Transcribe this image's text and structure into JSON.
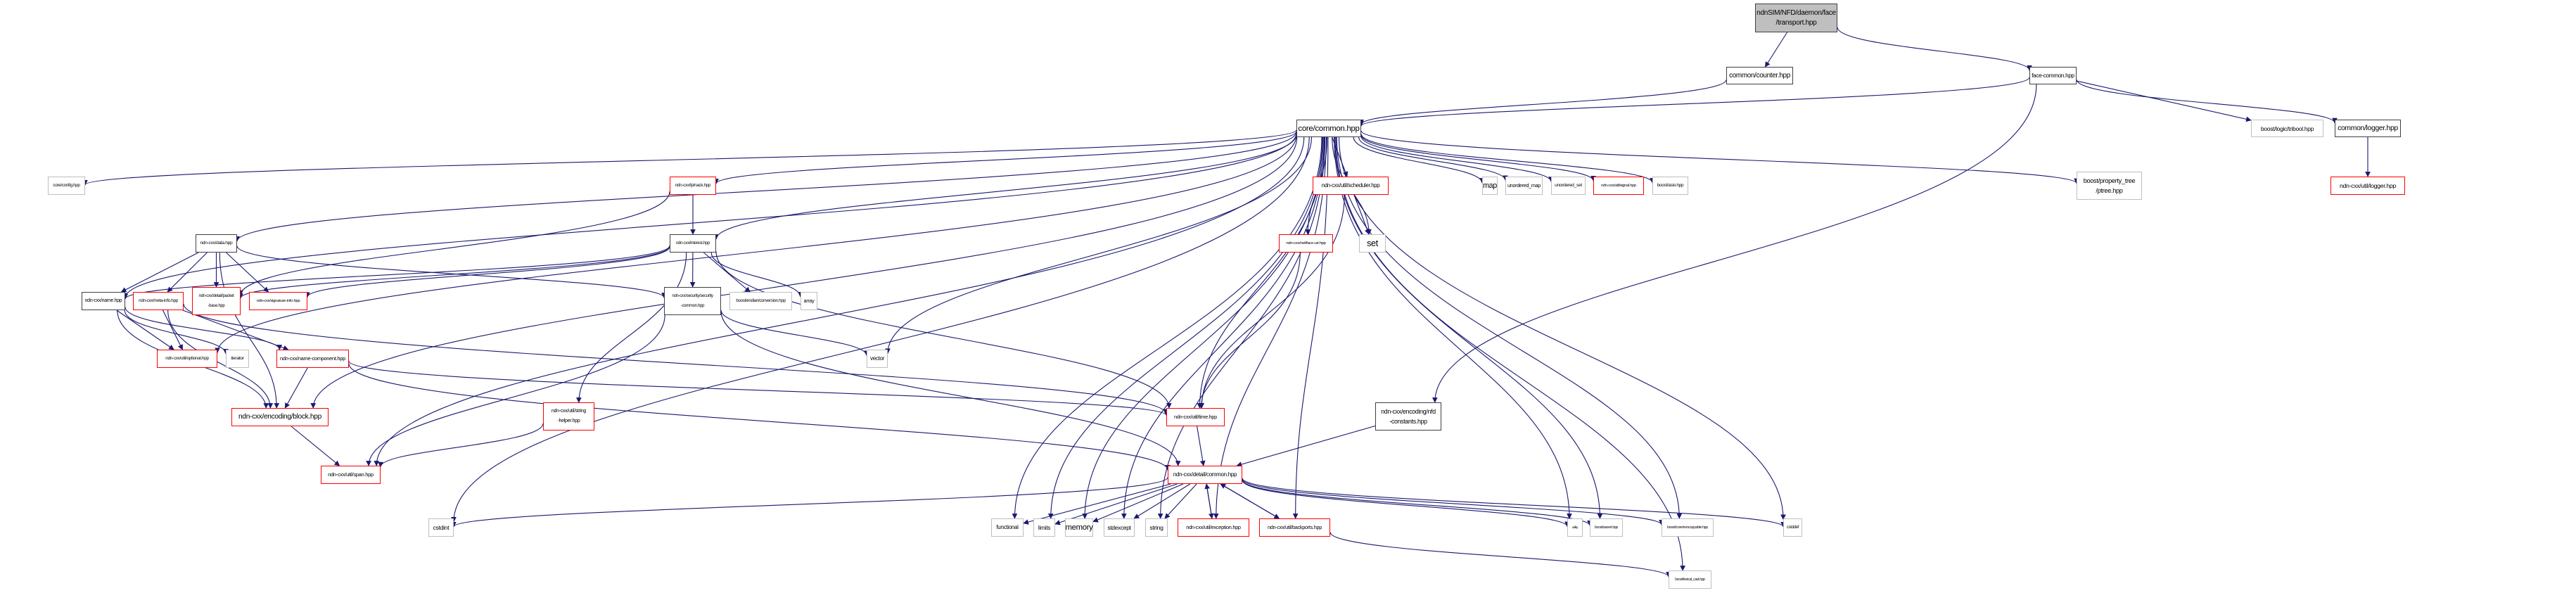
{
  "graph": {
    "title": "ndnSIM/NFD/daemon/face/transport.hpp",
    "colors": {
      "edge": "#191970",
      "root_fill": "#bfbfbf",
      "documented_border": "#404040",
      "undocumented_border": "#ff0000",
      "external_border": "#bfbfbf"
    },
    "nodes": [
      {
        "id": "transport",
        "label": "ndnSIM/NFD/daemon/face\n/transport.hpp",
        "kind": "root"
      },
      {
        "id": "counter",
        "label": "common/counter.hpp",
        "kind": "doc"
      },
      {
        "id": "face_common",
        "label": "face-common.hpp",
        "kind": "doc"
      },
      {
        "id": "core_common",
        "label": "core/common.hpp",
        "kind": "doc"
      },
      {
        "id": "tribool",
        "label": "boost/logic/tribool.hpp",
        "kind": "ext"
      },
      {
        "id": "common_logger",
        "label": "common/logger.hpp",
        "kind": "doc"
      },
      {
        "id": "core_config",
        "label": "core/config.hpp",
        "kind": "ext"
      },
      {
        "id": "lp_nack",
        "label": "ndn-cxx/lp/nack.hpp",
        "kind": "undoc"
      },
      {
        "id": "scheduler",
        "label": "ndn-cxx/util/scheduler.hpp",
        "kind": "undoc"
      },
      {
        "id": "map",
        "label": "map",
        "kind": "ext"
      },
      {
        "id": "unordered_map",
        "label": "unordered_map",
        "kind": "ext"
      },
      {
        "id": "unordered_set",
        "label": "unordered_set",
        "kind": "ext"
      },
      {
        "id": "signal",
        "label": "ndn-cxx/util/signal.hpp",
        "kind": "undoc"
      },
      {
        "id": "asio",
        "label": "boost/asio.hpp",
        "kind": "ext"
      },
      {
        "id": "ptree",
        "label": "boost/property_tree\n/ptree.hpp",
        "kind": "ext"
      },
      {
        "id": "util_logger",
        "label": "ndn-cxx/util/logger.hpp",
        "kind": "undoc"
      },
      {
        "id": "data",
        "label": "ndn-cxx/data.hpp",
        "kind": "doc"
      },
      {
        "id": "interest",
        "label": "ndn-cxx/interest.hpp",
        "kind": "doc"
      },
      {
        "id": "face_uri",
        "label": "ndn-cxx/net/face-uri.hpp",
        "kind": "undoc"
      },
      {
        "id": "set",
        "label": "set",
        "kind": "ext"
      },
      {
        "id": "name",
        "label": "ndn-cxx/name.hpp",
        "kind": "doc"
      },
      {
        "id": "meta_info",
        "label": "ndn-cxx/meta-info.hpp",
        "kind": "undoc"
      },
      {
        "id": "packet_base",
        "label": "ndn-cxx/detail/packet\n-base.hpp",
        "kind": "undoc"
      },
      {
        "id": "signature_info",
        "label": "ndn-cxx/signature-info.hpp",
        "kind": "undoc"
      },
      {
        "id": "security_common",
        "label": "ndn-cxx/security/security\n-common.hpp",
        "kind": "doc"
      },
      {
        "id": "endian",
        "label": "boost/endian/conversion.hpp",
        "kind": "ext"
      },
      {
        "id": "array",
        "label": "array",
        "kind": "ext"
      },
      {
        "id": "optional",
        "label": "ndn-cxx/util/optional.hpp",
        "kind": "undoc"
      },
      {
        "id": "iterator",
        "label": "iterator",
        "kind": "ext"
      },
      {
        "id": "name_component",
        "label": "ndn-cxx/name-component.hpp",
        "kind": "undoc"
      },
      {
        "id": "vector",
        "label": "vector",
        "kind": "ext"
      },
      {
        "id": "block",
        "label": "ndn-cxx/encoding/block.hpp",
        "kind": "undoc"
      },
      {
        "id": "string_helper",
        "label": "ndn-cxx/util/string\n-helper.hpp",
        "kind": "undoc"
      },
      {
        "id": "time",
        "label": "ndn-cxx/util/time.hpp",
        "kind": "undoc"
      },
      {
        "id": "nfd_constants",
        "label": "ndn-cxx/encoding/nfd\n-constants.hpp",
        "kind": "doc"
      },
      {
        "id": "span",
        "label": "ndn-cxx/util/span.hpp",
        "kind": "undoc"
      },
      {
        "id": "detail_common",
        "label": "ndn-cxx/detail/common.hpp",
        "kind": "undoc"
      },
      {
        "id": "cstdint",
        "label": "cstdint",
        "kind": "ext"
      },
      {
        "id": "functional",
        "label": "functional",
        "kind": "ext"
      },
      {
        "id": "limits",
        "label": "limits",
        "kind": "ext"
      },
      {
        "id": "memory",
        "label": "memory",
        "kind": "ext"
      },
      {
        "id": "stdexcept",
        "label": "stdexcept",
        "kind": "ext"
      },
      {
        "id": "string",
        "label": "string",
        "kind": "ext"
      },
      {
        "id": "exception",
        "label": "ndn-cxx/util/exception.hpp",
        "kind": "undoc"
      },
      {
        "id": "backports",
        "label": "ndn-cxx/util/backports.hpp",
        "kind": "undoc"
      },
      {
        "id": "utility",
        "label": "utility",
        "kind": "ext"
      },
      {
        "id": "assert",
        "label": "boost/assert.hpp",
        "kind": "ext"
      },
      {
        "id": "noncopyable",
        "label": "boost/core/noncopyable.hpp",
        "kind": "ext"
      },
      {
        "id": "cstddef",
        "label": "cstddef",
        "kind": "ext"
      },
      {
        "id": "lexical_cast",
        "label": "boost/lexical_cast.hpp",
        "kind": "ext"
      }
    ],
    "edges": [
      [
        "transport",
        "counter"
      ],
      [
        "transport",
        "face_common"
      ],
      [
        "counter",
        "core_common"
      ],
      [
        "face_common",
        "core_common"
      ],
      [
        "face_common",
        "tribool"
      ],
      [
        "face_common",
        "common_logger"
      ],
      [
        "face_common",
        "nfd_constants"
      ],
      [
        "common_logger",
        "util_logger"
      ],
      [
        "core_common",
        "core_config"
      ],
      [
        "core_common",
        "lp_nack"
      ],
      [
        "core_common",
        "scheduler"
      ],
      [
        "core_common",
        "map"
      ],
      [
        "core_common",
        "unordered_map"
      ],
      [
        "core_common",
        "unordered_set"
      ],
      [
        "core_common",
        "signal"
      ],
      [
        "core_common",
        "asio"
      ],
      [
        "core_common",
        "ptree"
      ],
      [
        "core_common",
        "data"
      ],
      [
        "core_common",
        "interest"
      ],
      [
        "core_common",
        "face_uri"
      ],
      [
        "core_common",
        "set"
      ],
      [
        "core_common",
        "name"
      ],
      [
        "core_common",
        "optional"
      ],
      [
        "core_common",
        "block"
      ],
      [
        "core_common",
        "span"
      ],
      [
        "core_common",
        "cstdint"
      ],
      [
        "core_common",
        "vector"
      ],
      [
        "core_common",
        "time"
      ],
      [
        "core_common",
        "functional"
      ],
      [
        "core_common",
        "limits"
      ],
      [
        "core_common",
        "memory"
      ],
      [
        "core_common",
        "stdexcept"
      ],
      [
        "core_common",
        "string"
      ],
      [
        "core_common",
        "exception"
      ],
      [
        "core_common",
        "backports"
      ],
      [
        "core_common",
        "utility"
      ],
      [
        "core_common",
        "assert"
      ],
      [
        "core_common",
        "noncopyable"
      ],
      [
        "core_common",
        "cstddef"
      ],
      [
        "core_common",
        "lexical_cast"
      ],
      [
        "lp_nack",
        "interest"
      ],
      [
        "lp_nack",
        "packet_base"
      ],
      [
        "scheduler",
        "set"
      ],
      [
        "scheduler",
        "time"
      ],
      [
        "data",
        "name"
      ],
      [
        "data",
        "meta_info"
      ],
      [
        "data",
        "packet_base"
      ],
      [
        "data",
        "signature_info"
      ],
      [
        "data",
        "security_common"
      ],
      [
        "data",
        "block"
      ],
      [
        "interest",
        "name"
      ],
      [
        "interest",
        "packet_base"
      ],
      [
        "interest",
        "signature_info"
      ],
      [
        "interest",
        "security_common"
      ],
      [
        "interest",
        "endian"
      ],
      [
        "interest",
        "array"
      ],
      [
        "interest",
        "string_helper"
      ],
      [
        "interest",
        "time"
      ],
      [
        "face_uri",
        "time"
      ],
      [
        "name",
        "optional"
      ],
      [
        "name",
        "iterator"
      ],
      [
        "name",
        "name_component"
      ],
      [
        "name",
        "block"
      ],
      [
        "meta_info",
        "optional"
      ],
      [
        "meta_info",
        "name_component"
      ],
      [
        "meta_info",
        "block"
      ],
      [
        "meta_info",
        "time"
      ],
      [
        "security_common",
        "vector"
      ],
      [
        "security_common",
        "detail_common"
      ],
      [
        "security_common",
        "span"
      ],
      [
        "name_component",
        "block"
      ],
      [
        "name_component",
        "time"
      ],
      [
        "name_component",
        "detail_common"
      ],
      [
        "block",
        "span"
      ],
      [
        "string_helper",
        "span"
      ],
      [
        "time",
        "detail_common"
      ],
      [
        "nfd_constants",
        "detail_common"
      ],
      [
        "detail_common",
        "cstdint"
      ],
      [
        "detail_common",
        "functional"
      ],
      [
        "detail_common",
        "limits"
      ],
      [
        "detail_common",
        "memory"
      ],
      [
        "detail_common",
        "stdexcept"
      ],
      [
        "detail_common",
        "string"
      ],
      [
        "detail_common",
        "exception"
      ],
      [
        "detail_common",
        "backports"
      ],
      [
        "detail_common",
        "utility"
      ],
      [
        "detail_common",
        "assert"
      ],
      [
        "detail_common",
        "noncopyable"
      ],
      [
        "detail_common",
        "cstddef"
      ],
      [
        "exception",
        "detail_common"
      ],
      [
        "backports",
        "detail_common"
      ],
      [
        "backports",
        "lexical_cast"
      ]
    ]
  }
}
